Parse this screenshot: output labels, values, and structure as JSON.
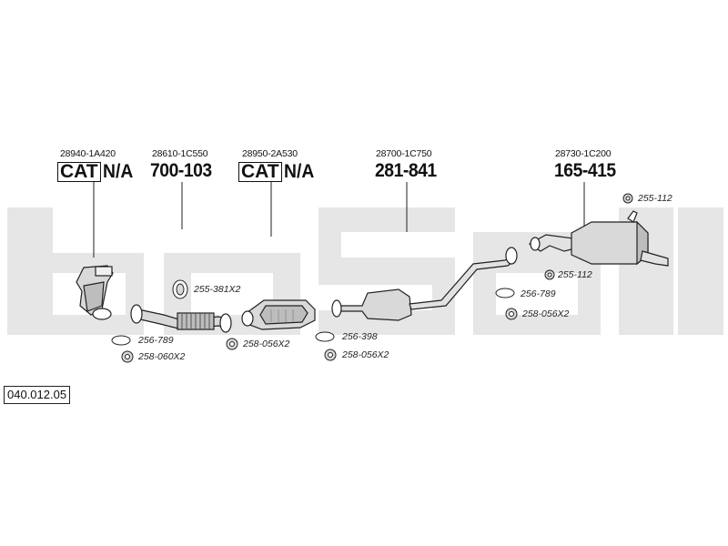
{
  "catalog_number": "040.012.05",
  "watermark": "bosal",
  "cat_label": "CAT",
  "na_label": "N/A",
  "components": [
    {
      "oem_ref": "28940-1A420",
      "part_number": "CAT N/A",
      "item": "catalytic converter (manifold)"
    },
    {
      "oem_ref": "28610-1C550",
      "part_number": "700-103",
      "item": "front pipe with flex"
    },
    {
      "oem_ref": "28950-2A530",
      "part_number": "CAT N/A",
      "item": "catalytic converter"
    },
    {
      "oem_ref": "28700-1C750",
      "part_number": "281-841",
      "item": "centre silencer"
    },
    {
      "oem_ref": "28730-1C200",
      "part_number": "165-415",
      "item": "rear silencer"
    }
  ],
  "hardware": {
    "h255_112_top": "255-112",
    "h255_112_mid": "255-112",
    "h256_789_right": "256-789",
    "h258_056_right": "258-056X2",
    "h255_381": "255-381X2",
    "h256_789_left": "256-789",
    "h258_060": "258-060X2",
    "h258_056_left": "258-056X2",
    "h256_398": "256-398",
    "h258_056_center": "258-056X2"
  },
  "colors": {
    "watermark": "#e6e6e6",
    "line": "#222222",
    "part_fill": "#d9d9d9"
  }
}
